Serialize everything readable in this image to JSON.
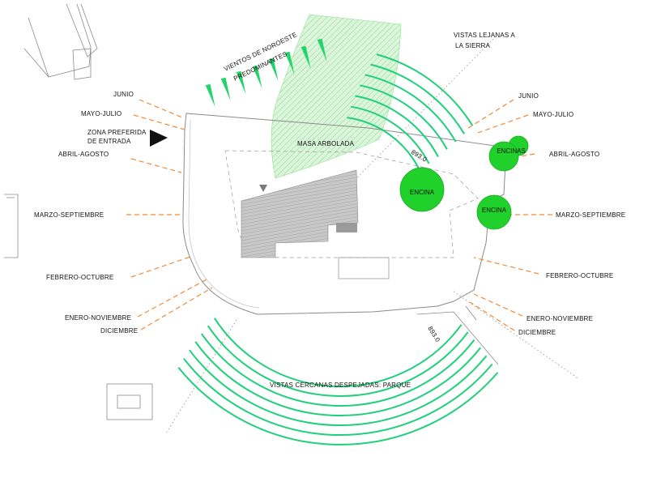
{
  "labels": {
    "vistas_lejanas_1": "VISTAS LEJANAS A",
    "vistas_lejanas_2": "LA SIERRA",
    "vientos_1": "VIENTOS DE NOROESTE",
    "vientos_2": "PREDOMINANTES",
    "masa_arbolada": "MASA ARBOLADA",
    "zona_1": "ZONA PREFERIDA",
    "zona_2": "DE ENTRADA",
    "vistas_cercanas": "VISTAS CERCANAS DESPEJADAS: PARQUE",
    "elev_top": "893.0",
    "elev_bottom": "893.0"
  },
  "trees": {
    "encina_center": "ENCINA",
    "encina_right": "ENCINA",
    "encinas": "ENCINAS"
  },
  "sun_left": {
    "junio": "JUNIO",
    "mayo_julio": "MAYO-JULIO",
    "abril_agosto": "ABRIL-AGOSTO",
    "marzo_septiembre": "MARZO-SEPTIEMBRE",
    "febrero_octubre": "FEBRERO-OCTUBRE",
    "enero_noviembre": "ENERO-NOVIEMBRE",
    "diciembre": "DICIEMBRE"
  },
  "sun_right": {
    "junio": "JUNIO",
    "mayo_julio": "MAYO-JULIO",
    "abril_agosto": "ABRIL-AGOSTO",
    "marzo_septiembre": "MARZO-SEPTIEMBRE",
    "febrero_octubre": "FEBRERO-OCTUBRE",
    "enero_noviembre": "ENERO-NOVIEMBRE",
    "diciembre": "DICIEMBRE"
  },
  "colors": {
    "sun_lines": "#f08a3a",
    "tree_fill": "#1fd12a",
    "view_arcs": "#1fd07a",
    "wind_arrows": "#22d46a",
    "woodland_hatch": "#8fe08f"
  }
}
